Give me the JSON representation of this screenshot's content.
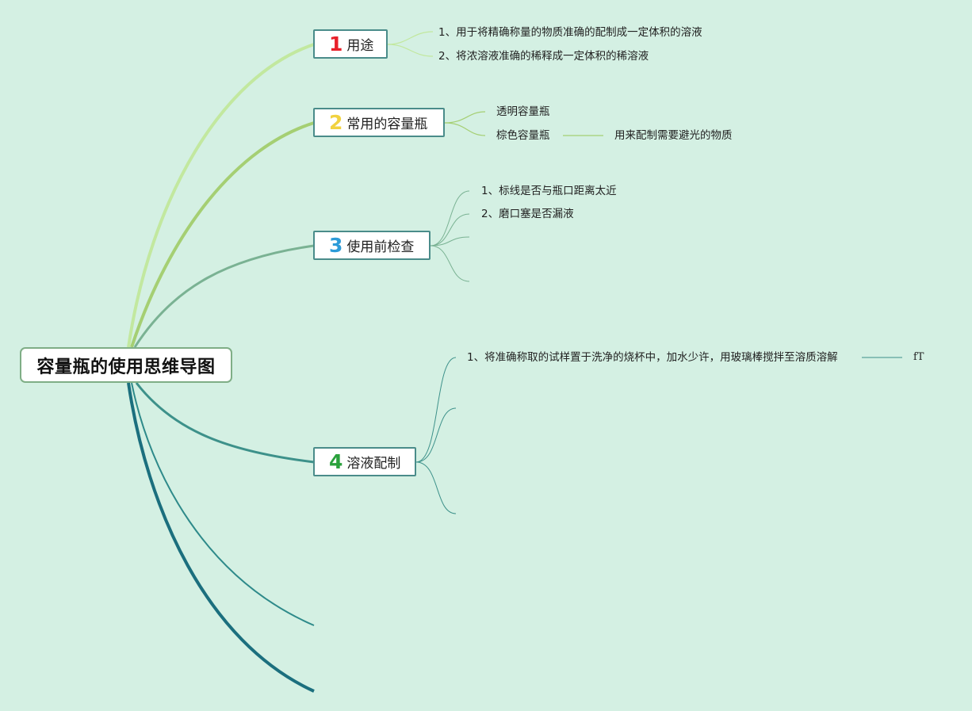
{
  "root": {
    "title": "容量瓶的使用思维导图"
  },
  "colors": {
    "background": "#d4f0e3",
    "branch1": "#c2e89f",
    "branch2": "#a5cf73",
    "branch3": "#7ab293",
    "branch4": "#3d918a",
    "branch5": "#2e8a8a",
    "branch6": "#1b6f7e",
    "num1": "#e8202a",
    "num2": "#f1d240",
    "num3": "#2c9bd8",
    "num4": "#2aa13c"
  },
  "topics": [
    {
      "num": "1",
      "label": "用途",
      "children": [
        "1、用于将精确称量的物质准确的配制成一定体积的溶液",
        "2、将浓溶液准确的稀释成一定体积的稀溶液"
      ]
    },
    {
      "num": "2",
      "label": "常用的容量瓶",
      "children": [
        "透明容量瓶",
        "棕色容量瓶"
      ],
      "grandchild": "用来配制需要避光的物质"
    },
    {
      "num": "3",
      "label": "使用前检查",
      "children": [
        "1、标线是否与瓶口距离太近",
        "2、磨口塞是否漏液"
      ]
    },
    {
      "num": "4",
      "label": "溶液配制",
      "children": [
        "1、将准确称取的试样置于洗净的烧杯中，加水少许，用玻璃棒搅拌至溶质溶解"
      ],
      "grandchild": "fT"
    }
  ]
}
